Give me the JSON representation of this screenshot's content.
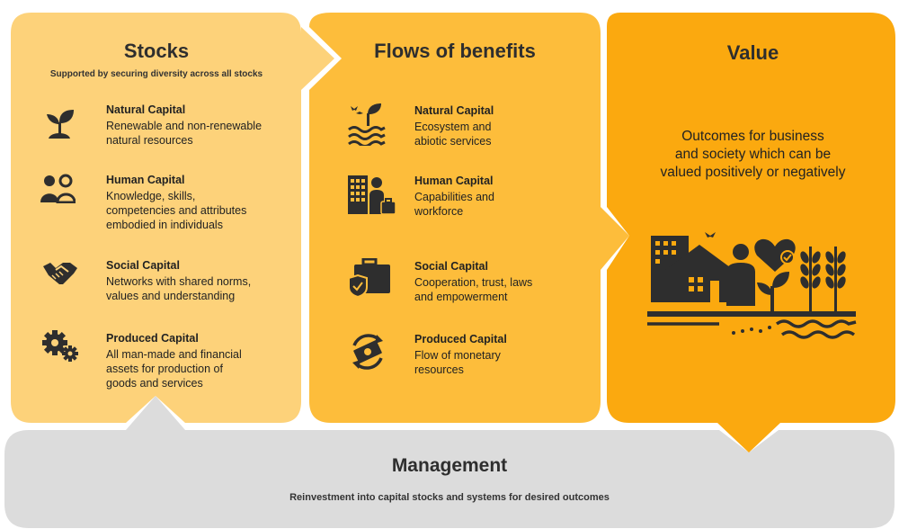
{
  "colors": {
    "stocks": "#fdd27a",
    "flows": "#fdbd3b",
    "value": "#fba90f",
    "management": "#dcdcdc",
    "icon": "#2e2e2e"
  },
  "stocks": {
    "title": "Stocks",
    "subtitle": "Supported by securing diversity across all stocks",
    "items": [
      {
        "icon": "seedling-icon",
        "title": "Natural Capital",
        "lines": [
          "Renewable and non-renewable",
          "natural resources"
        ]
      },
      {
        "icon": "people-icon",
        "title": "Human Capital",
        "lines": [
          "Knowledge, skills,",
          "competencies and attributes",
          "embodied in individuals"
        ]
      },
      {
        "icon": "handshake-icon",
        "title": "Social Capital",
        "lines": [
          "Networks with shared norms,",
          "values and understanding"
        ]
      },
      {
        "icon": "gears-icon",
        "title": "Produced Capital",
        "lines": [
          "All man-made and financial",
          "assets for production of",
          "goods and services"
        ]
      }
    ]
  },
  "flows": {
    "title": "Flows of benefits",
    "items": [
      {
        "icon": "ecosystem-icon",
        "title": "Natural Capital",
        "lines": [
          "Ecosystem and",
          "abiotic services"
        ]
      },
      {
        "icon": "worker-building-icon",
        "title": "Human Capital",
        "lines": [
          "Capabilities and",
          "workforce"
        ]
      },
      {
        "icon": "briefcase-shield-icon",
        "title": "Social Capital",
        "lines": [
          "Cooperation, trust, laws",
          "and empowerment"
        ]
      },
      {
        "icon": "money-cycle-icon",
        "title": "Produced Capital",
        "lines": [
          "Flow of monetary",
          "resources"
        ]
      }
    ]
  },
  "value": {
    "title": "Value",
    "lines": [
      "Outcomes for business",
      "and society which can be",
      "valued positively or negatively"
    ],
    "icon": "outcomes-landscape-icon"
  },
  "management": {
    "title": "Management",
    "subtitle": "Reinvestment into capital stocks and systems for desired outcomes"
  }
}
